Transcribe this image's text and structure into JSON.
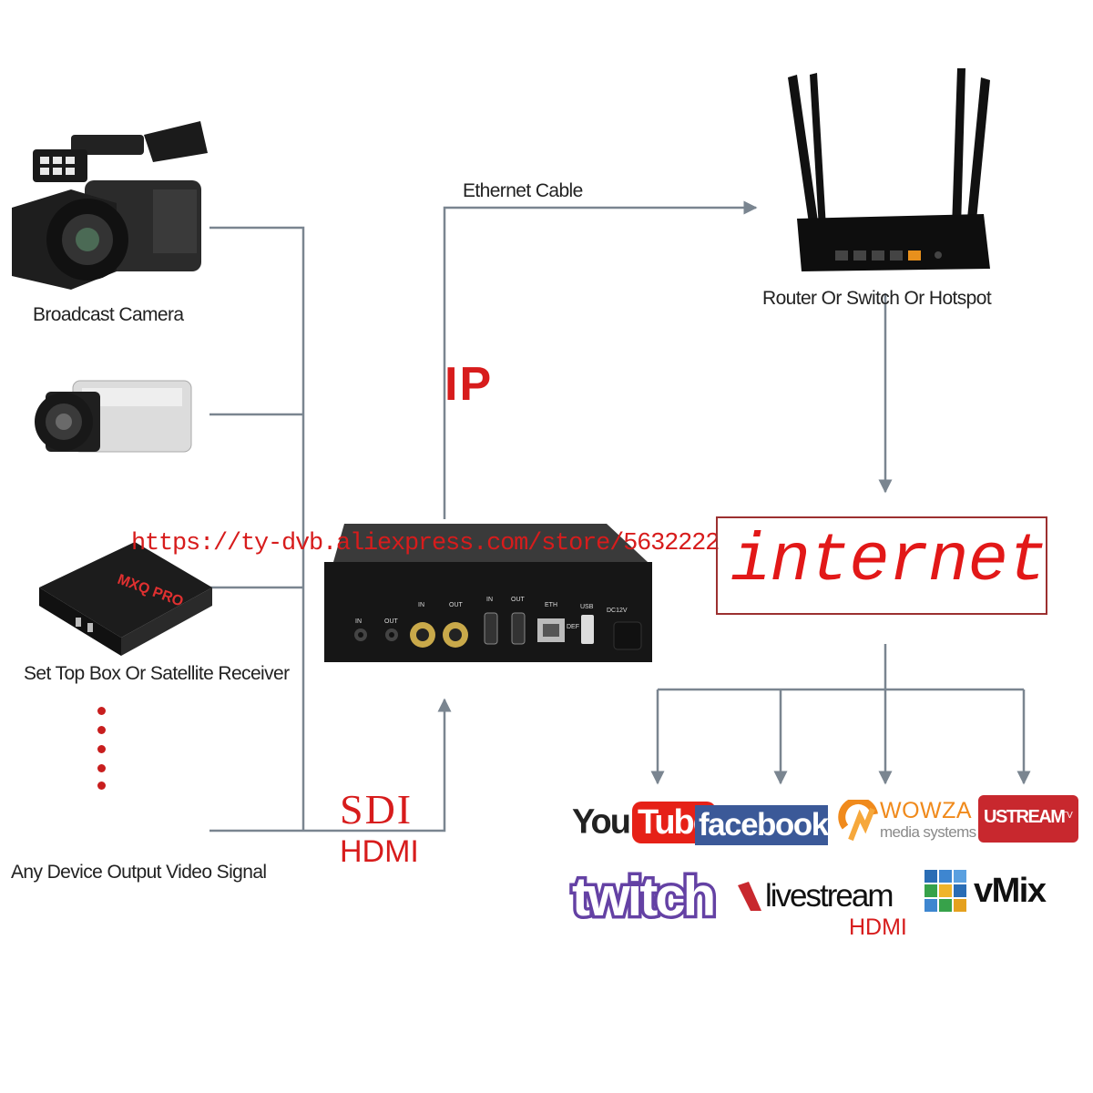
{
  "sources": {
    "broadcast_camera": "Broadcast Camera",
    "set_top_box": "Set Top Box Or Satellite Receiver",
    "any_device": "Any Device Output Video Signal"
  },
  "encoder": {
    "ports": {
      "in_a": "IN",
      "out_a": "OUT",
      "in_sdi": "IN",
      "out_sdi": "OUT",
      "in_hdmi": "IN",
      "out_hdmi": "OUT",
      "eth": "ETH",
      "usb": "USB",
      "def": "DEF",
      "dc": "DC12V"
    }
  },
  "connections": {
    "ethernet": "Ethernet Cable",
    "ip": "IP",
    "sdi": "SDI",
    "hdmi": "HDMI"
  },
  "router": {
    "label": "Router Or Switch Or Hotspot"
  },
  "internet": {
    "label": "internet"
  },
  "watermark": "https://ty-dvb.aliexpress.com/store/5632222",
  "platforms": {
    "youtube_you": "You",
    "youtube_tube": "Tube",
    "facebook": "facebook",
    "wowza": "WOWZA",
    "wowza_sub": "media systems",
    "ustream": "USTREAM",
    "ustream_tv": "TV",
    "twitch": "twitch",
    "livestream": "livestream",
    "livestream_hdmi": "HDMI",
    "vmix": "vMix"
  },
  "colors": {
    "line": "#7a8590",
    "red": "#d71c1c",
    "youtube": "#e62117",
    "facebook": "#3b5998",
    "wowza": "#f08a1c",
    "ustream": "#c8282e",
    "twitch": "#6441a4",
    "vmix": "#2a6db5"
  }
}
